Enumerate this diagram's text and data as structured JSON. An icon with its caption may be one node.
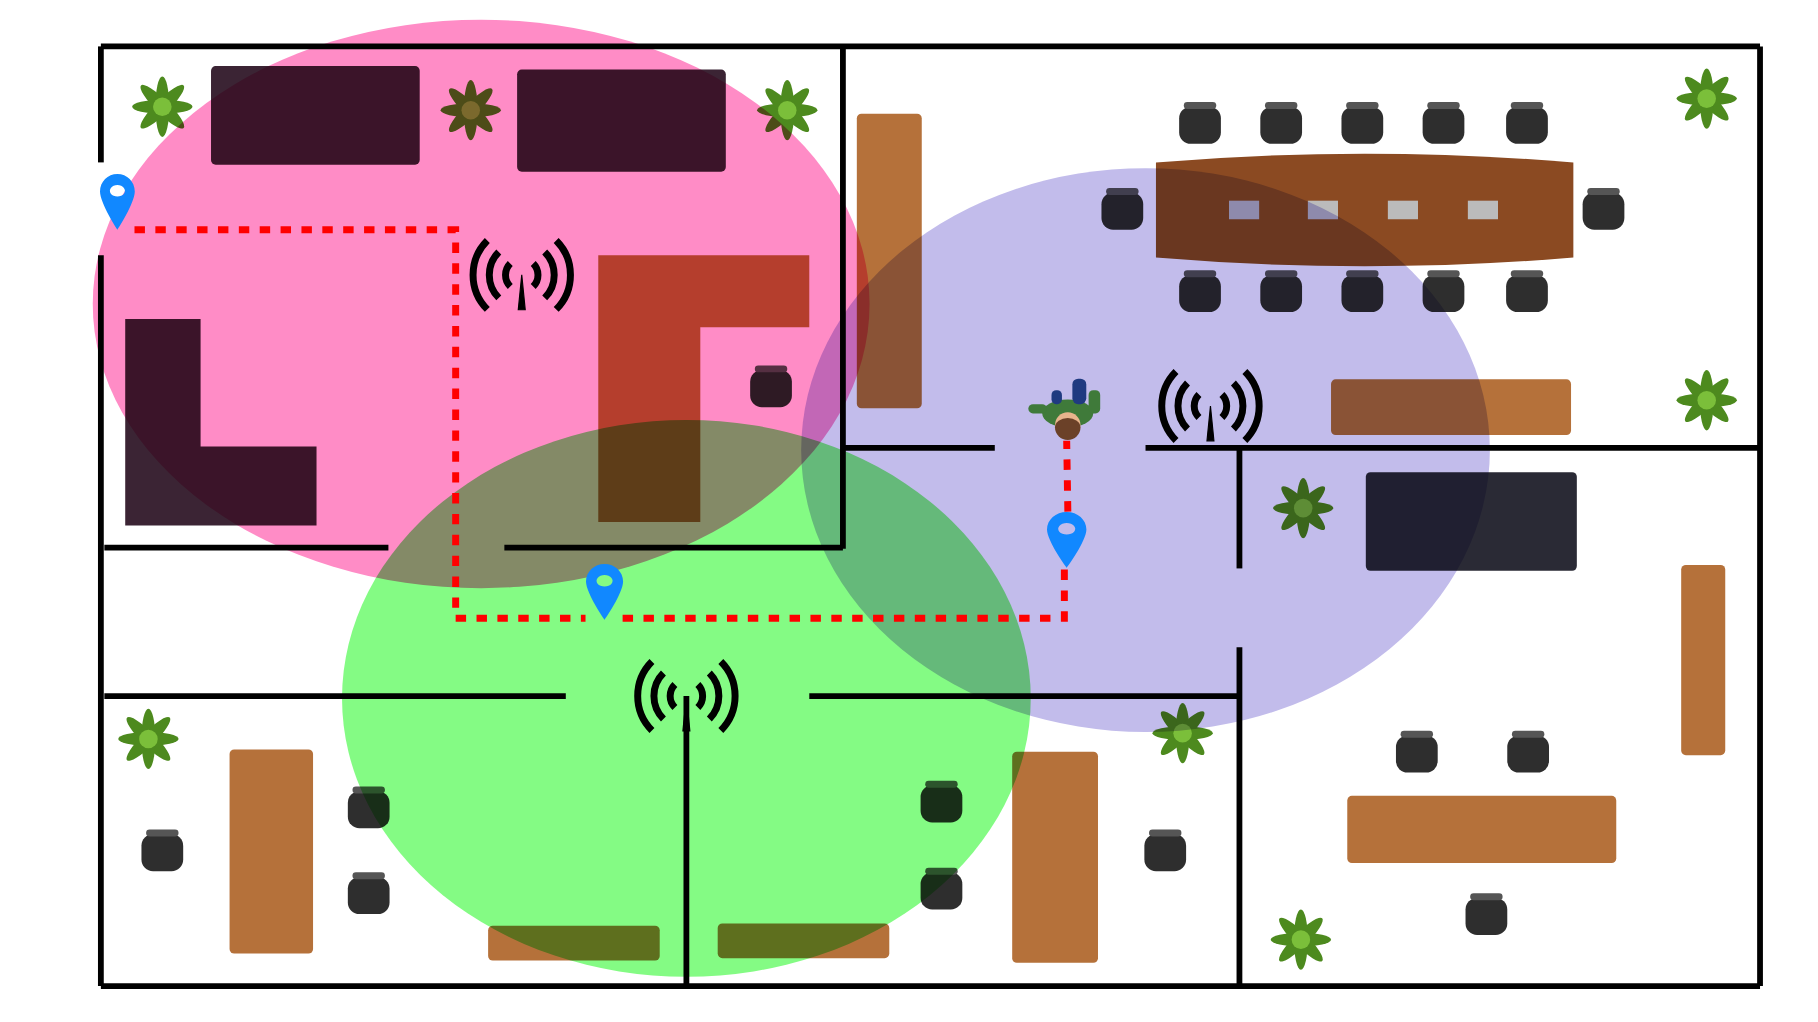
{
  "diagram": {
    "nodes": [
      {
        "text": [],
        "shape": "pin"
      },
      {
        "text": [],
        "shape": "pin"
      },
      {
        "text": [],
        "shape": "pin"
      },
      {
        "text": [],
        "shape": "person"
      }
    ],
    "edges": [
      {
        "from": 0,
        "to": 1,
        "arrow": "none",
        "style": "dashed",
        "color": "#ff0000"
      },
      {
        "from": 1,
        "to": 2,
        "arrow": "none",
        "style": "dashed",
        "color": "#ff0000"
      },
      {
        "from": 2,
        "to": 3,
        "arrow": "none",
        "style": "dashed",
        "color": "#ff0000"
      }
    ]
  }
}
